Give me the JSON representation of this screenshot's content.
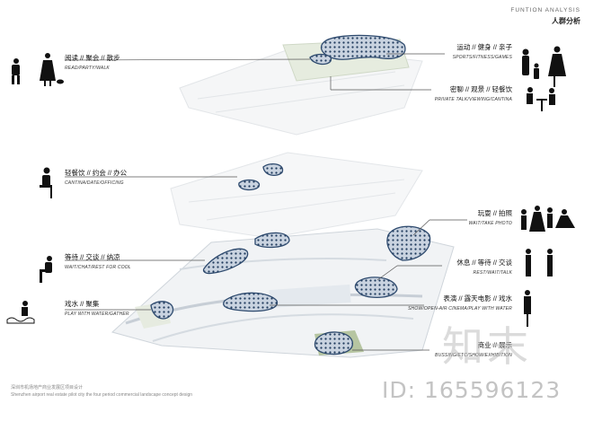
{
  "header": {
    "title_en": "FUNTION ANALYSIS",
    "title_cn": "人群分析"
  },
  "labels": {
    "read": {
      "cn": "阅读 // 聚会 // 散步",
      "en": "READ/PARTY/WALK"
    },
    "sports": {
      "cn": "运动 // 健身 // 亲子",
      "en": "SPORTS/FITNESS/GAMES"
    },
    "private": {
      "cn": "密聊 // 观景 // 轻餐饮",
      "en": "PRIVATE TALK/VIEWING/CANTINA"
    },
    "cantina": {
      "cn": "轻餐饮 // 约会 // 办公",
      "en": "CANTINA/DATE/OFFICING"
    },
    "photo": {
      "cn": "玩耍 // 拍照",
      "en": "WAIT/TAKE PHOTO"
    },
    "wait": {
      "cn": "等待 // 交谈 // 纳凉",
      "en": "WAIT/CHAT/REST FOR COOL"
    },
    "rest": {
      "cn": "休息 // 等待 // 交谈",
      "en": "REST/WAIT/TALK"
    },
    "water": {
      "cn": "戏水 // 聚集",
      "en": "PLAY WITH WATER/GATHER"
    },
    "show": {
      "cn": "表演 // 露天电影 // 戏水",
      "en": "SHOW/OPEN-AIR CINEMA/PLAY WITH WATER"
    },
    "bussing": {
      "cn": "商业 // 展示",
      "en": "BUSSING/ETC/SHOW/EXHIBITION"
    }
  },
  "footer": {
    "line1": "深圳市机场地产商业发展区项目设计",
    "line2": "Shenzhen airport real estate pilot city the four period commercial landscape concept design"
  },
  "watermark": {
    "logo": "知末",
    "id": "ID: 165596123"
  },
  "colors": {
    "accent": "#2e4a6e",
    "zone_fill": "#c9d3e0",
    "line": "#9aa6b4"
  }
}
